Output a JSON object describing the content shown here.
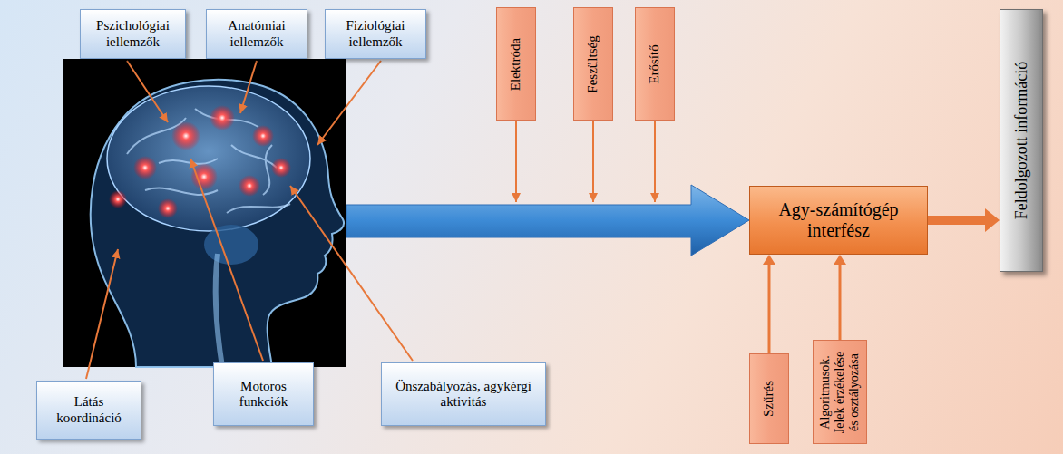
{
  "diagram": {
    "nodes": [
      {
        "text": [
          "Pszichológiai iellemzők"
        ]
      },
      {
        "text": [
          "Anatómiai iellemzők"
        ]
      },
      {
        "text": [
          "Fiziológiai iellemzők"
        ]
      },
      {
        "text": [
          "Elektróda"
        ]
      },
      {
        "text": [
          "Feszültség"
        ]
      },
      {
        "text": [
          "Erősítő"
        ]
      },
      {
        "text": [
          "Agy-számítógép interfész"
        ]
      },
      {
        "text": [
          "Feldolgozott információ"
        ]
      },
      {
        "text": [
          "Látás koordináció"
        ]
      },
      {
        "text": [
          "Motoros funkciók"
        ]
      },
      {
        "text": [
          "Önszabályozás, agykérgi aktivitás"
        ]
      },
      {
        "text": [
          "Szűrés"
        ]
      },
      {
        "text": [
          "Algoritmusok. Jelek érzékelése és osztályozása"
        ]
      }
    ],
    "edges": [
      {
        "from": 11,
        "to": 6,
        "arrow": "to"
      },
      {
        "from": 12,
        "to": 6,
        "arrow": "to"
      },
      {
        "from": 6,
        "to": 7,
        "arrow": "to"
      }
    ]
  }
}
